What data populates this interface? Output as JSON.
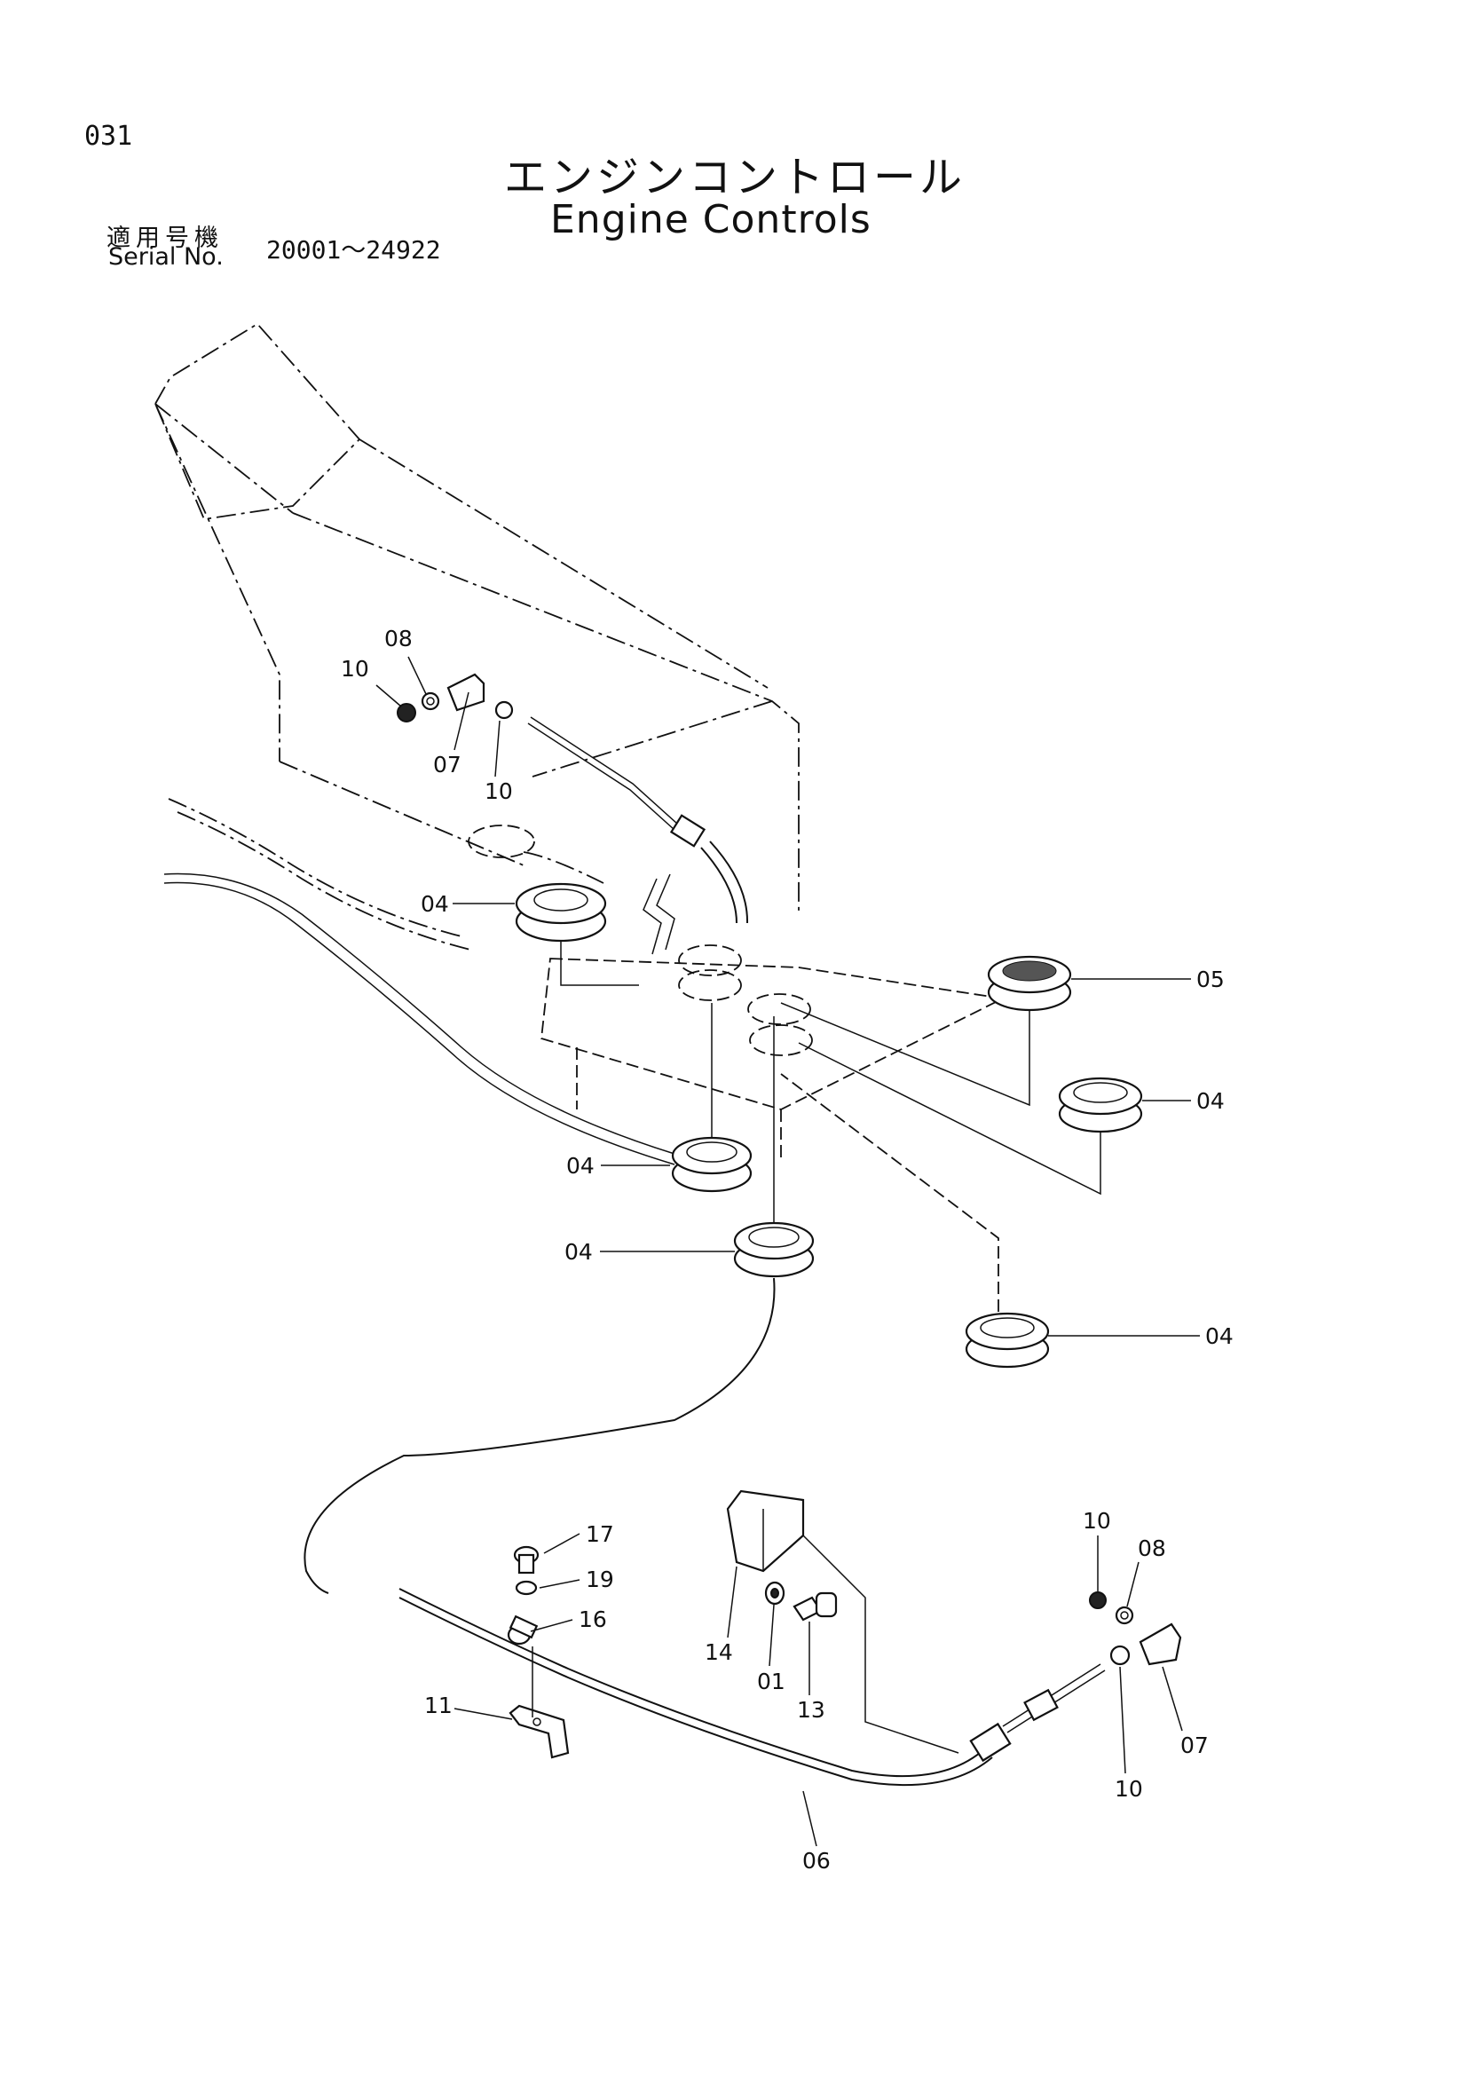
{
  "page_number": "031",
  "title_jp": "エンジンコントロール",
  "title_en": "Engine Controls",
  "serial_label_jp": "適用号機",
  "serial_label_en": "Serial No.",
  "serial_range": "20001～24922",
  "callouts": [
    {
      "id": "c10a",
      "text": "10"
    },
    {
      "id": "c08a",
      "text": "08"
    },
    {
      "id": "c07a",
      "text": "07"
    },
    {
      "id": "c10b",
      "text": "10"
    },
    {
      "id": "c04a",
      "text": "04"
    },
    {
      "id": "c05",
      "text": "05"
    },
    {
      "id": "c04b",
      "text": "04"
    },
    {
      "id": "c04c",
      "text": "04"
    },
    {
      "id": "c04d",
      "text": "04"
    },
    {
      "id": "c04e",
      "text": "04"
    },
    {
      "id": "c17",
      "text": "17"
    },
    {
      "id": "c19",
      "text": "19"
    },
    {
      "id": "c16",
      "text": "16"
    },
    {
      "id": "c11",
      "text": "11"
    },
    {
      "id": "c14",
      "text": "14"
    },
    {
      "id": "c01",
      "text": "01"
    },
    {
      "id": "c13",
      "text": "13"
    },
    {
      "id": "c10c",
      "text": "10"
    },
    {
      "id": "c08b",
      "text": "08"
    },
    {
      "id": "c07b",
      "text": "07"
    },
    {
      "id": "c10d",
      "text": "10"
    },
    {
      "id": "c06",
      "text": "06"
    }
  ]
}
